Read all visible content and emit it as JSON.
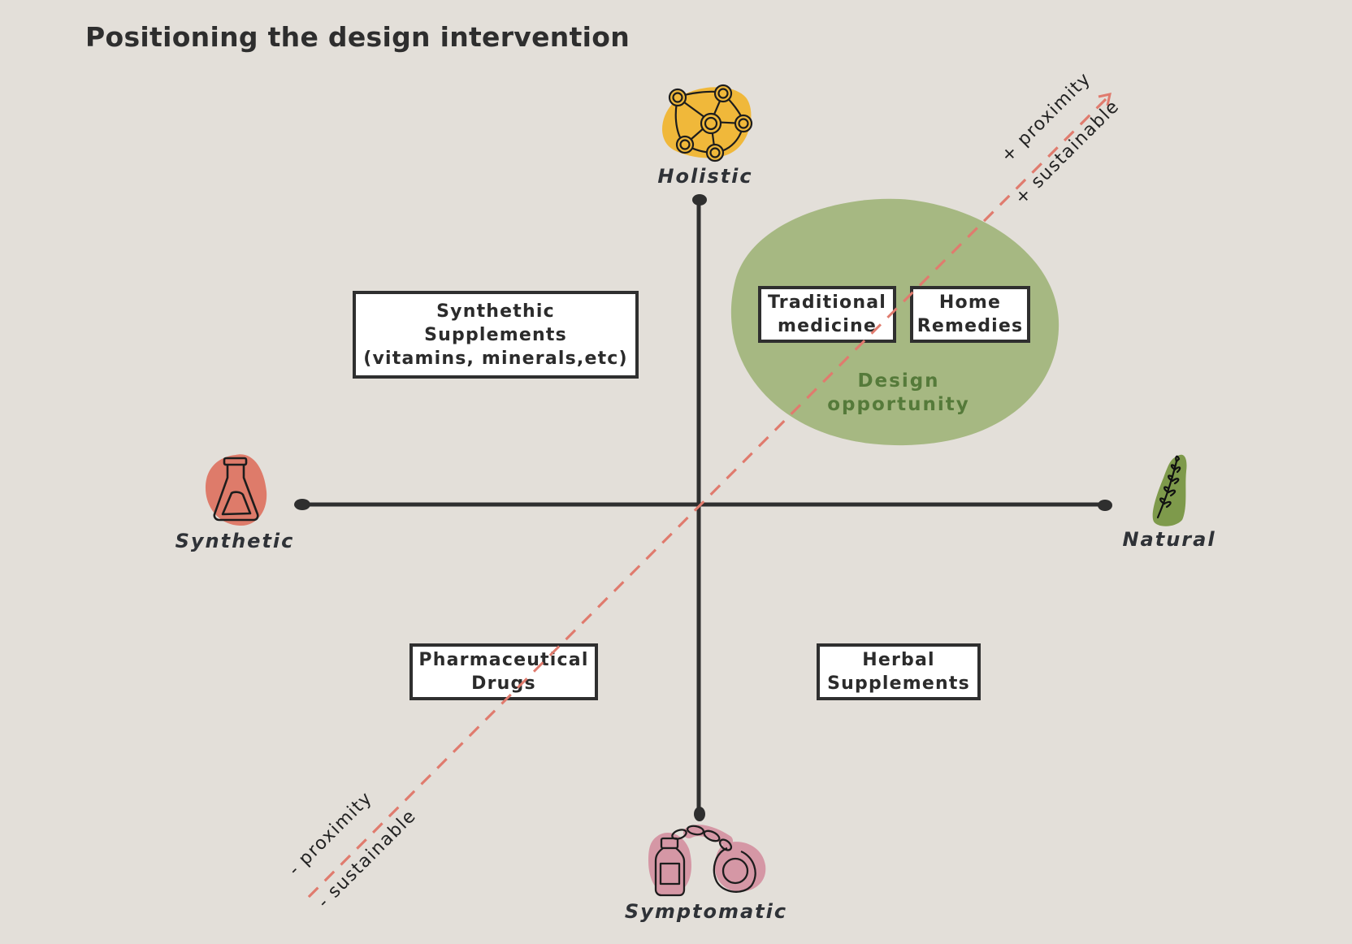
{
  "title": "Positioning the design intervention",
  "axes": {
    "vertical": {
      "top_label": "Holistic",
      "bottom_label": "Symptomatic"
    },
    "horizontal": {
      "left_label": "Synthetic",
      "right_label": "Natural"
    },
    "diagonal": {
      "positive_labels": [
        "+ proximity",
        "+ sustainable"
      ],
      "negative_labels": [
        "- proximity",
        "- sustainable"
      ]
    }
  },
  "icons": {
    "top": "network-nodes-icon",
    "bottom": "medicine-bottle-handcuff-icon",
    "left": "flask-icon",
    "right": "leaf-sprig-icon"
  },
  "opportunity_zone": {
    "label": "Design\nopportunity"
  },
  "quadrant_items": [
    {
      "id": "synthetic-supplements",
      "label": "Synthethic\nSupplements\n(vitamins, minerals,etc)",
      "quadrant": "synthetic-holistic"
    },
    {
      "id": "traditional-medicine",
      "label": "Traditional\nmedicine",
      "quadrant": "natural-holistic"
    },
    {
      "id": "home-remedies",
      "label": "Home\nRemedies",
      "quadrant": "natural-holistic"
    },
    {
      "id": "pharmaceutical-drugs",
      "label": "Pharmaceutical\nDrugs",
      "quadrant": "synthetic-symptomatic"
    },
    {
      "id": "herbal-supplements",
      "label": "Herbal\nSupplements",
      "quadrant": "natural-symptomatic"
    }
  ],
  "colors": {
    "background": "#e3dfd9",
    "axis": "#2f2f2f",
    "diagonal": "#e07b6e",
    "opportunity_fill": "#a6b882",
    "opportunity_text": "#557a3a",
    "holistic_blob": "#f0b83a",
    "synthetic_blob": "#de7b6a",
    "natural_blob": "#7e9a4b",
    "symptomatic_blob": "#d597a5"
  }
}
